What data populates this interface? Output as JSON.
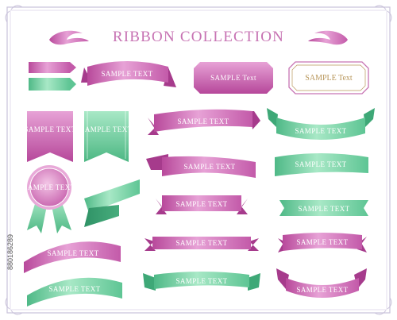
{
  "page": {
    "title": "RIBBON COLLECTION",
    "side_label": "880186289"
  },
  "colors": {
    "pink_light": "#e79fd4",
    "pink_mid": "#cf62b2",
    "pink_dark": "#a63b8c",
    "green_light": "#a9e6c6",
    "green_mid": "#6fd1a0",
    "green_dark": "#3ea877",
    "frame": "#c9c2da",
    "title": "#c773b3",
    "gold": "#b8965a"
  },
  "ribbons": {
    "label": "SAMPLE TEXT",
    "label_title_case": "SAMPLE Text",
    "label_mixed": "SAMPLE Text"
  }
}
